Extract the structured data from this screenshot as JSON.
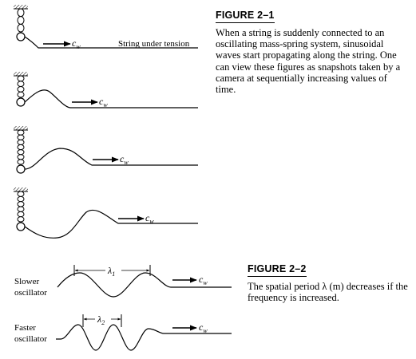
{
  "figure_2_1": {
    "title": "FIGURE 2–1",
    "caption": "When a string is suddenly connected to an oscillating mass-spring system, sinusoidal waves start propagating along the string. One can view these figures as snapshots taken by a camera at sequentially increasing values of time.",
    "string_label": "String under tension",
    "velocity_symbol": "c",
    "velocity_subscript": "w"
  },
  "figure_2_2": {
    "title": "FIGURE 2–2",
    "caption": "The spatial period λ (m) decreases if the frequency is increased.",
    "slower_label_line1": "Slower",
    "slower_label_line2": "oscillator",
    "faster_label_line1": "Faster",
    "faster_label_line2": "oscillator",
    "lambda_symbol": "λ",
    "lambda_slow_subscript": "1",
    "lambda_fast_subscript": "2",
    "velocity_symbol": "c",
    "velocity_subscript": "w"
  },
  "colors": {
    "ink": "#000000",
    "background": "#ffffff"
  }
}
